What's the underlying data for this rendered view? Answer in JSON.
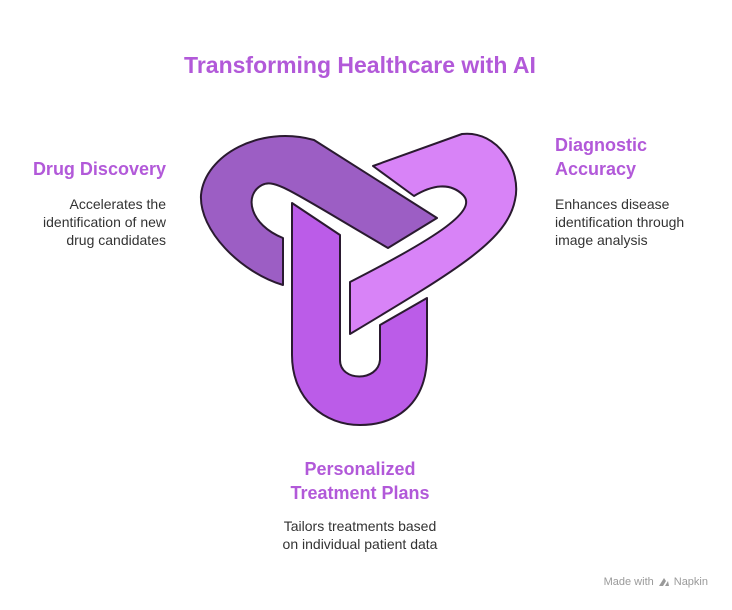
{
  "title": "Transforming Healthcare with AI",
  "segments": {
    "drug": {
      "heading_lines": [
        "Drug Discovery"
      ],
      "desc_lines": [
        "Accelerates the",
        "identification of new",
        "drug candidates"
      ],
      "color": "#9c5ec4"
    },
    "diagnostic": {
      "heading_lines": [
        "Diagnostic",
        "Accuracy"
      ],
      "desc_lines": [
        "Enhances disease",
        "identification through",
        "image analysis"
      ],
      "color": "#d883f7"
    },
    "personalized": {
      "heading_lines": [
        "Personalized",
        "Treatment Plans"
      ],
      "desc_lines": [
        "Tailors treatments based",
        "on individual patient data"
      ],
      "color": "#bb5ce8"
    }
  },
  "colors": {
    "accent": "#b259d9",
    "outline": "#2a1a30",
    "text": "#333333"
  },
  "footer": {
    "made_with": "Made with",
    "brand": "Napkin",
    "icon": "napkin-logo-icon"
  }
}
